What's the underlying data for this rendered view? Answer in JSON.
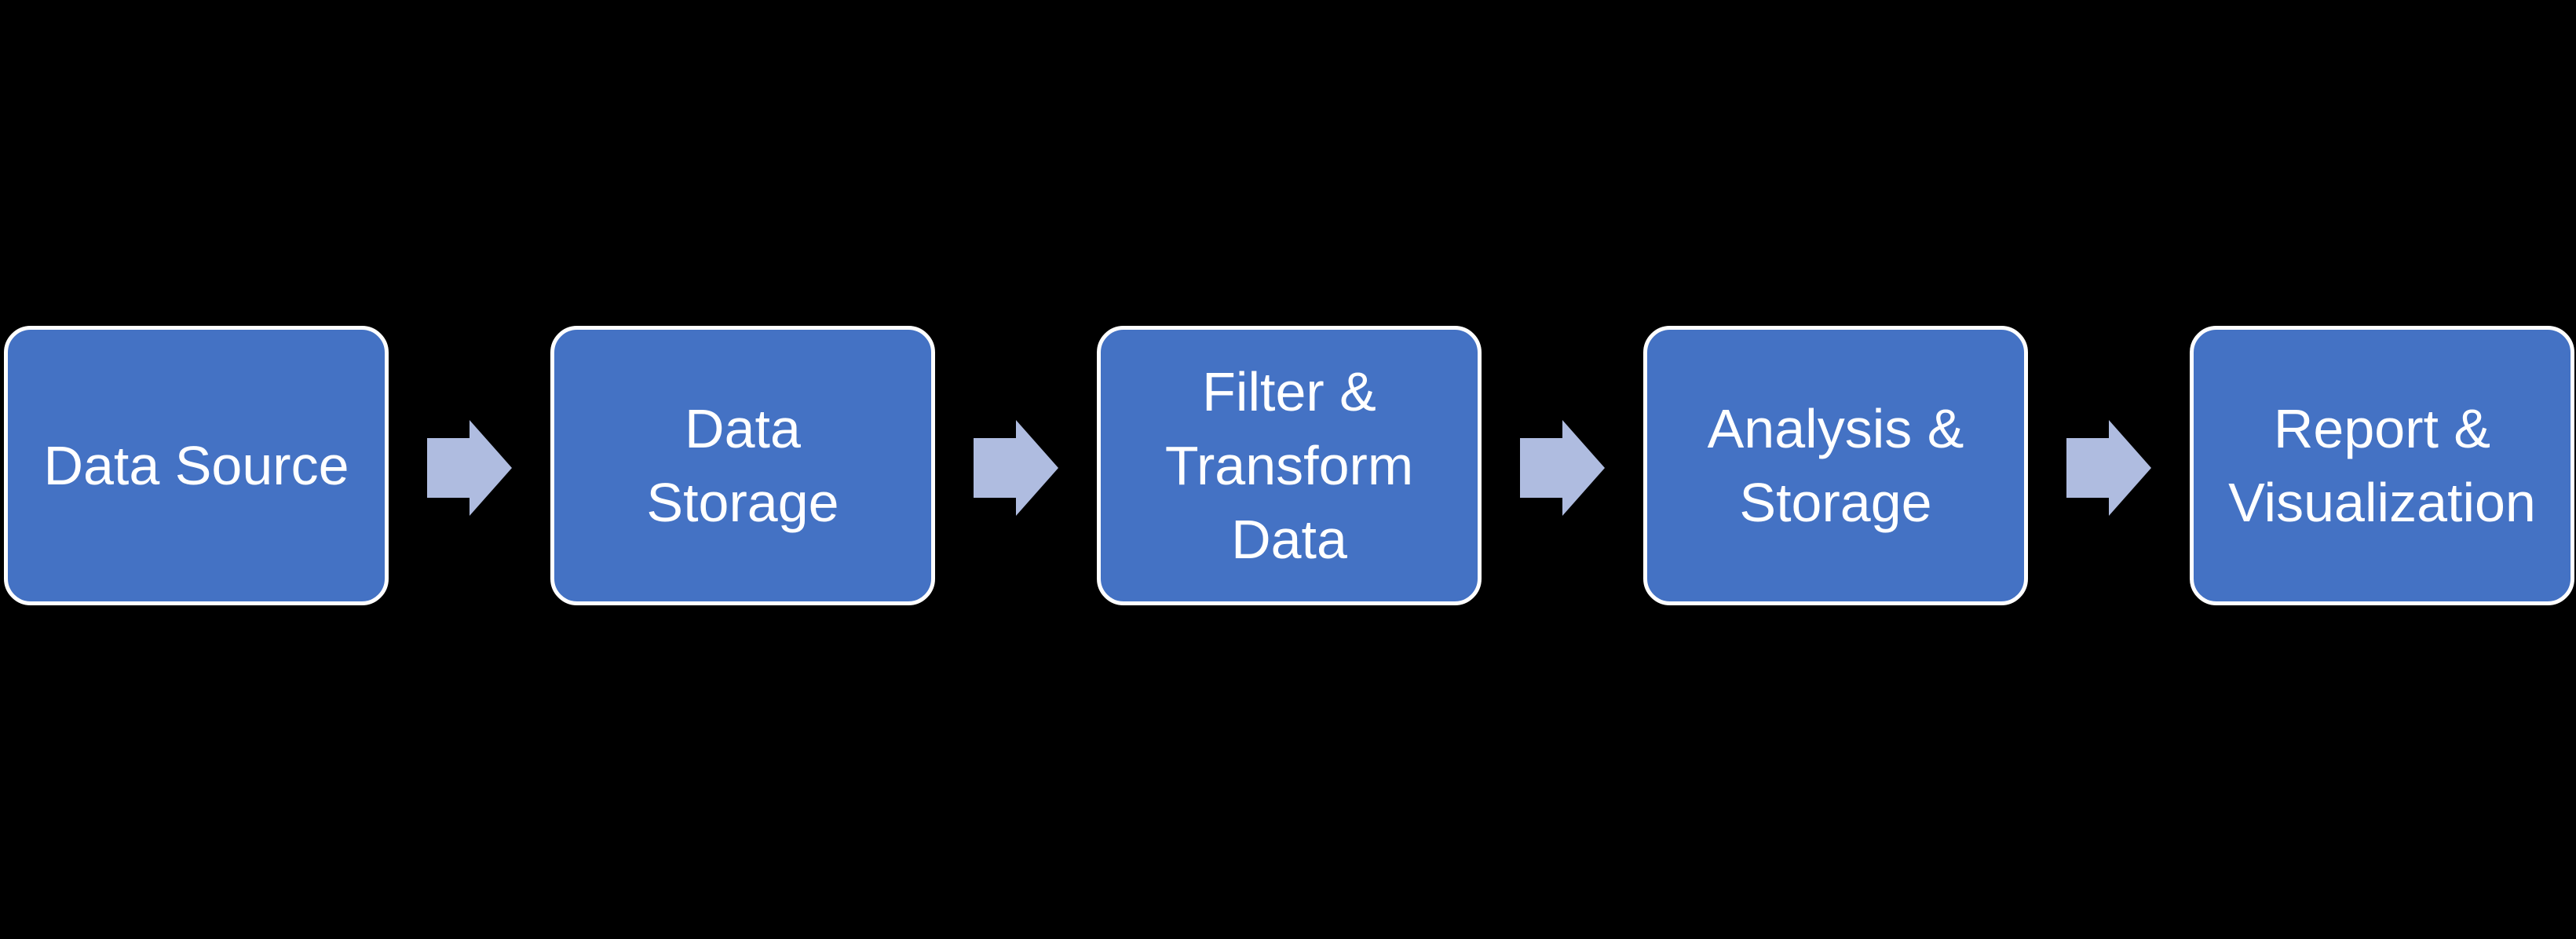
{
  "diagram": {
    "type": "flowchart",
    "direction": "left-to-right",
    "colors": {
      "background": "#000000",
      "box_fill": "#4472C4",
      "box_border": "#FFFFFF",
      "box_text": "#FFFFFF",
      "arrow_fill": "#AFBCE0"
    },
    "steps": [
      {
        "id": "data-source",
        "label": "Data Source",
        "lines": [
          "Data Source"
        ]
      },
      {
        "id": "data-storage",
        "label": "Data Storage",
        "lines": [
          "Data",
          "Storage"
        ]
      },
      {
        "id": "filter-transform-data",
        "label": "Filter & Transform Data",
        "lines": [
          "Filter &",
          "Transform",
          "Data"
        ]
      },
      {
        "id": "analysis-storage",
        "label": "Analysis & Storage",
        "lines": [
          "Analysis &",
          "Storage"
        ]
      },
      {
        "id": "report-visualization",
        "label": "Report & Visualization",
        "lines": [
          "Report &",
          "Visualization"
        ]
      }
    ],
    "connector": {
      "icon": "right-arrow",
      "count": 4
    }
  }
}
